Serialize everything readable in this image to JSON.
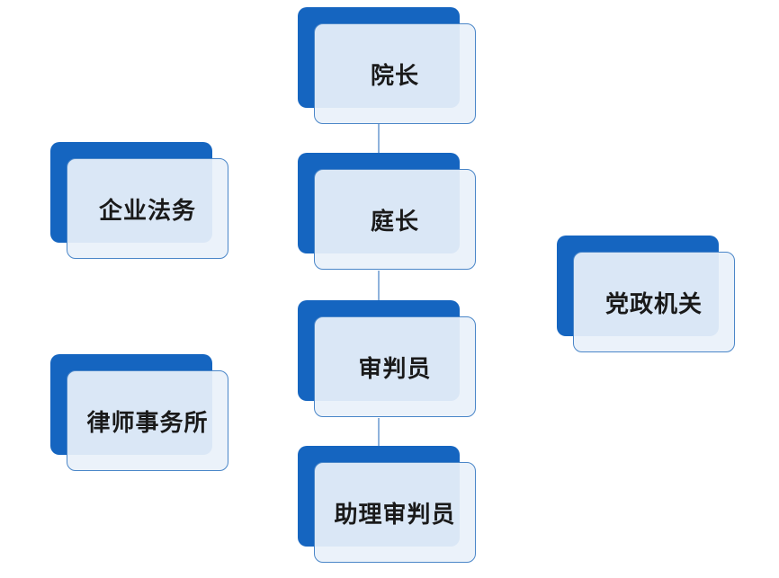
{
  "diagram": {
    "nodes": {
      "president": "院长",
      "chief_judge": "庭长",
      "judge": "审判员",
      "assistant_judge": "助理审判员",
      "corporate_legal": "企业法务",
      "law_firm": "律师事务所",
      "party_government": "党政机关"
    },
    "colors": {
      "node_back": "#1565c0",
      "node_front": "#eaf1fa",
      "node_border": "#4a86c8",
      "connector": "#8fb3dc"
    }
  }
}
